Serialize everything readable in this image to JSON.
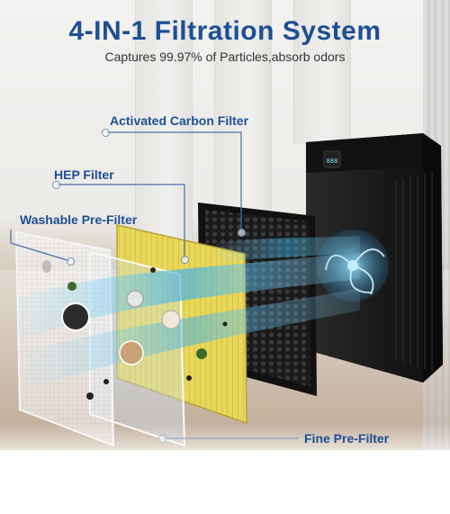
{
  "header": {
    "title": "4-IN-1 Filtration System",
    "subtitle": "Captures 99.97% of Particles,absorb odors"
  },
  "callouts": {
    "carbon": "Activated Carbon Filter",
    "hep": "HEP Filter",
    "washable": "Washable Pre-Filter",
    "fine": "Fine Pre-Filter"
  },
  "colors": {
    "title": "#1d4f93",
    "label": "#1d4f93",
    "hepa_yellow": "#e9d75a",
    "carbon_black": "#1a1a1a",
    "airflow_blue": "#4fb6ea"
  }
}
